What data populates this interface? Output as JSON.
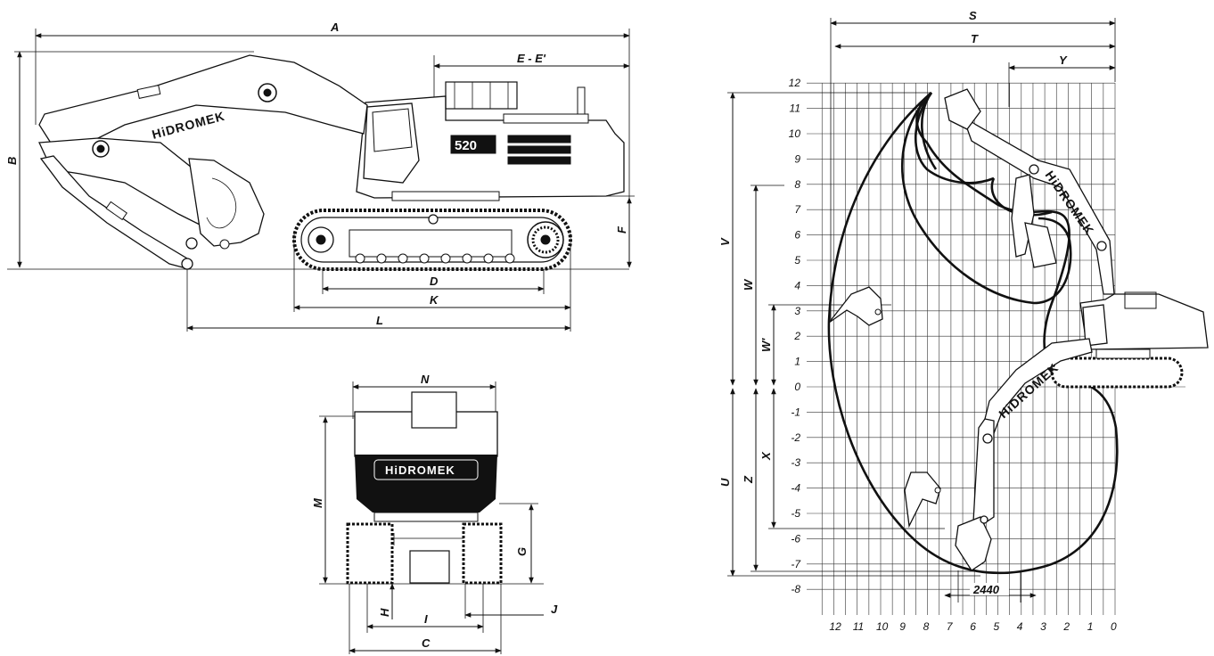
{
  "side_view": {
    "labels": {
      "A": "A",
      "B": "B",
      "EE": "E - E'",
      "F": "F",
      "D": "D",
      "K": "K",
      "L": "L"
    },
    "brand": "HiDROMEK",
    "model": "520"
  },
  "rear_view": {
    "labels": {
      "N": "N",
      "M": "M",
      "G": "G",
      "H": "H",
      "I": "I",
      "J": "J",
      "C": "C"
    },
    "brand": "HiDROMEK"
  },
  "working_range": {
    "labels": {
      "S": "S",
      "T": "T",
      "Y": "Y",
      "V": "V",
      "W": "W",
      "W_prime": "W'",
      "U": "U",
      "Z": "Z",
      "X": "X"
    },
    "brand": "HiDROMEK",
    "bucket_width": "2440",
    "y_ticks": [
      "12",
      "11",
      "10",
      "9",
      "8",
      "7",
      "6",
      "5",
      "4",
      "3",
      "2",
      "1",
      "0",
      "-1",
      "-2",
      "-3",
      "-4",
      "-5",
      "-6",
      "-7",
      "-8"
    ],
    "x_ticks": [
      "12",
      "11",
      "10",
      "9",
      "8",
      "7",
      "6",
      "5",
      "4",
      "3",
      "2",
      "1",
      "0"
    ]
  }
}
